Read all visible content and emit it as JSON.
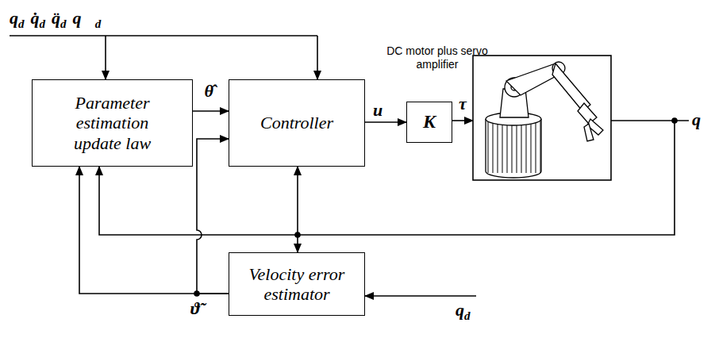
{
  "diagram": {
    "nodes": [
      {
        "text": [
          "Parameter estimation update law"
        ]
      },
      {
        "text": [
          "Controller"
        ]
      },
      {
        "text": [
          "K"
        ]
      },
      {
        "text": [
          "Velocity error estimator"
        ]
      }
    ],
    "edges": [
      {
        "from": 0,
        "to": 1,
        "label": "θ̂",
        "arrow": "to"
      },
      {
        "from": 1,
        "to": 2,
        "label": "u",
        "arrow": "to"
      },
      {
        "from": 3,
        "to": 0,
        "arrow": "to"
      },
      {
        "from": 3,
        "to": 1,
        "label": "ϑ̃",
        "arrow": "to"
      },
      {
        "from": 1,
        "to": 3,
        "arrow": "both"
      }
    ],
    "labels": [
      "qd",
      "q̇d",
      "q̈d",
      "q⃛d",
      "DC motor plus servo amplifier",
      "τ",
      "q",
      "qd"
    ]
  }
}
